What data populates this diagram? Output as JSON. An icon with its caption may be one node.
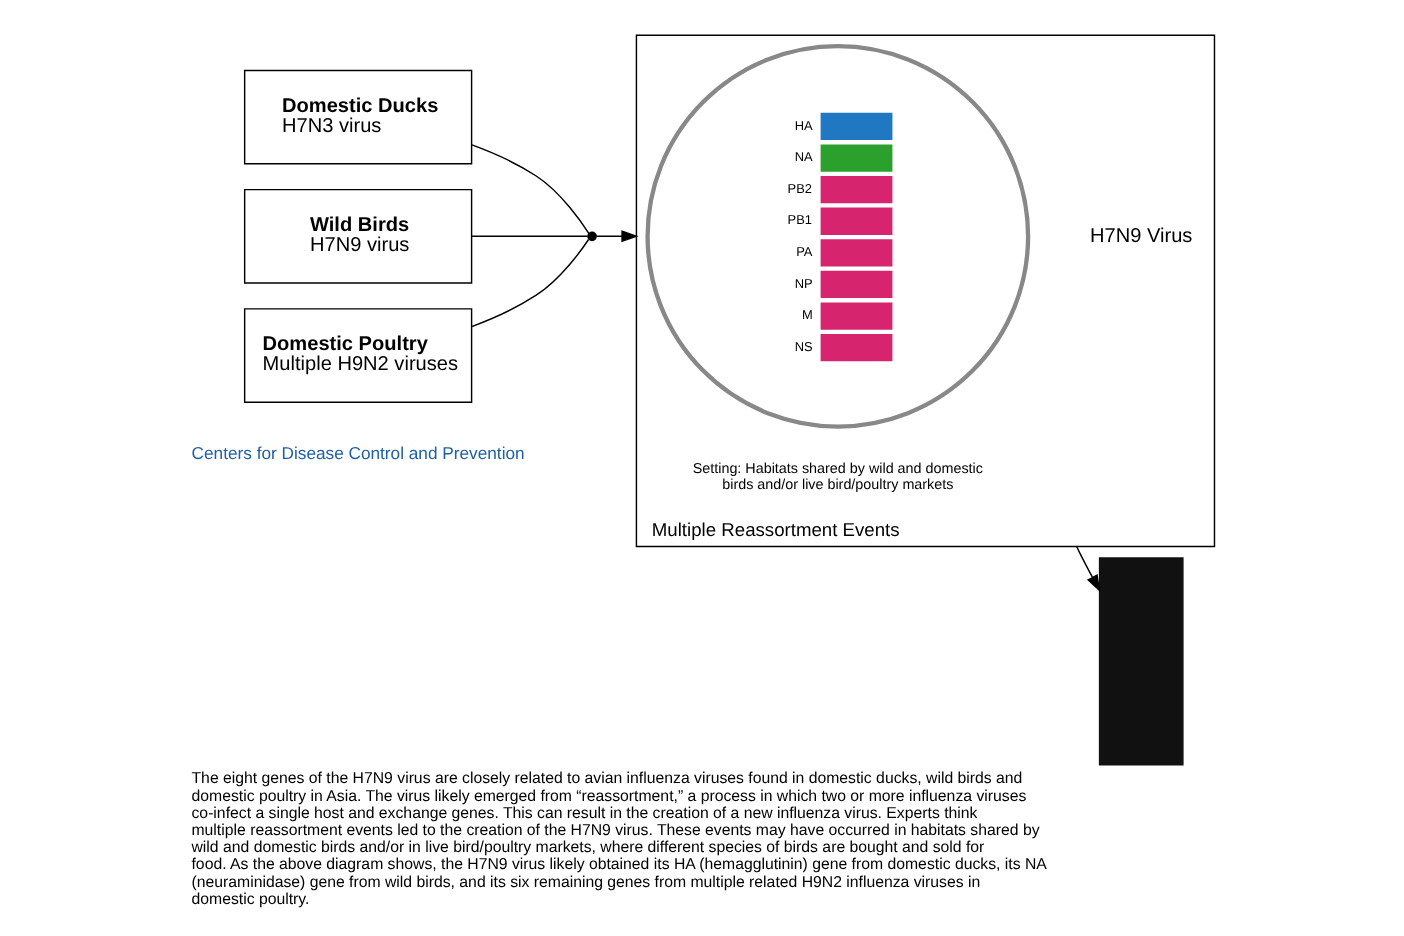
{
  "diagram": {
    "caption": "The eight genes of the H7N9 virus are closely related to avian influenza viruses found in domestic ducks, wild birds and domestic poultry in Asia. The virus likely emerged from “reassortment,” a process in which two or more influenza viruses co-infect a single host and exchange genes. This can result in the creation of a new influenza virus. Experts think multiple reassortment events led to the creation of the H7N9 virus. These events may have occurred in habitats shared by wild and domestic birds and/or in live bird/poultry markets, where different species of birds are bought and sold for food. As the above diagram shows, the H7N9 virus likely obtained its HA (hemagglutinin) gene from domestic ducks, its NA (neuraminidase) gene from wild birds, and its six remaining genes from multiple related H9N2 influenza viruses in domestic poultry.",
    "nodes": [
      {
        "text": [
          "Domestic Ducks",
          "H7N3 virus"
        ]
      },
      {
        "text": [
          "Wild Birds",
          "H7N9 virus"
        ]
      },
      {
        "text": [
          "Domestic Poultry",
          "Multiple H9N2 viruses"
        ]
      },
      {
        "text": [],
        "shape": "circle"
      },
      {
        "text": [
          "Multiple Reassortment Events"
        ],
        "beside": [
          "Setting: Habitats shared by wild and domestic birds and/or live bird/poultry markets"
        ]
      },
      {
        "text": [
          "HA",
          "NA",
          "PB2",
          "PB1",
          "PA",
          "NP",
          "M",
          "NS"
        ],
        "in": 4,
        "beside": [
          "H7N9 Virus"
        ]
      },
      {
        "text": [],
        "shape": "person"
      }
    ],
    "edges": [
      {
        "from": 0,
        "to": 3,
        "arrow": "none"
      },
      {
        "from": 1,
        "to": 3,
        "arrow": "none"
      },
      {
        "from": 2,
        "to": 3,
        "arrow": "none"
      },
      {
        "from": 3,
        "to": 4,
        "arrow": "to"
      },
      {
        "from": 4,
        "to": 6,
        "arrow": "to"
      }
    ],
    "labels": [
      "Centers for Disease Control and Prevention"
    ]
  }
}
